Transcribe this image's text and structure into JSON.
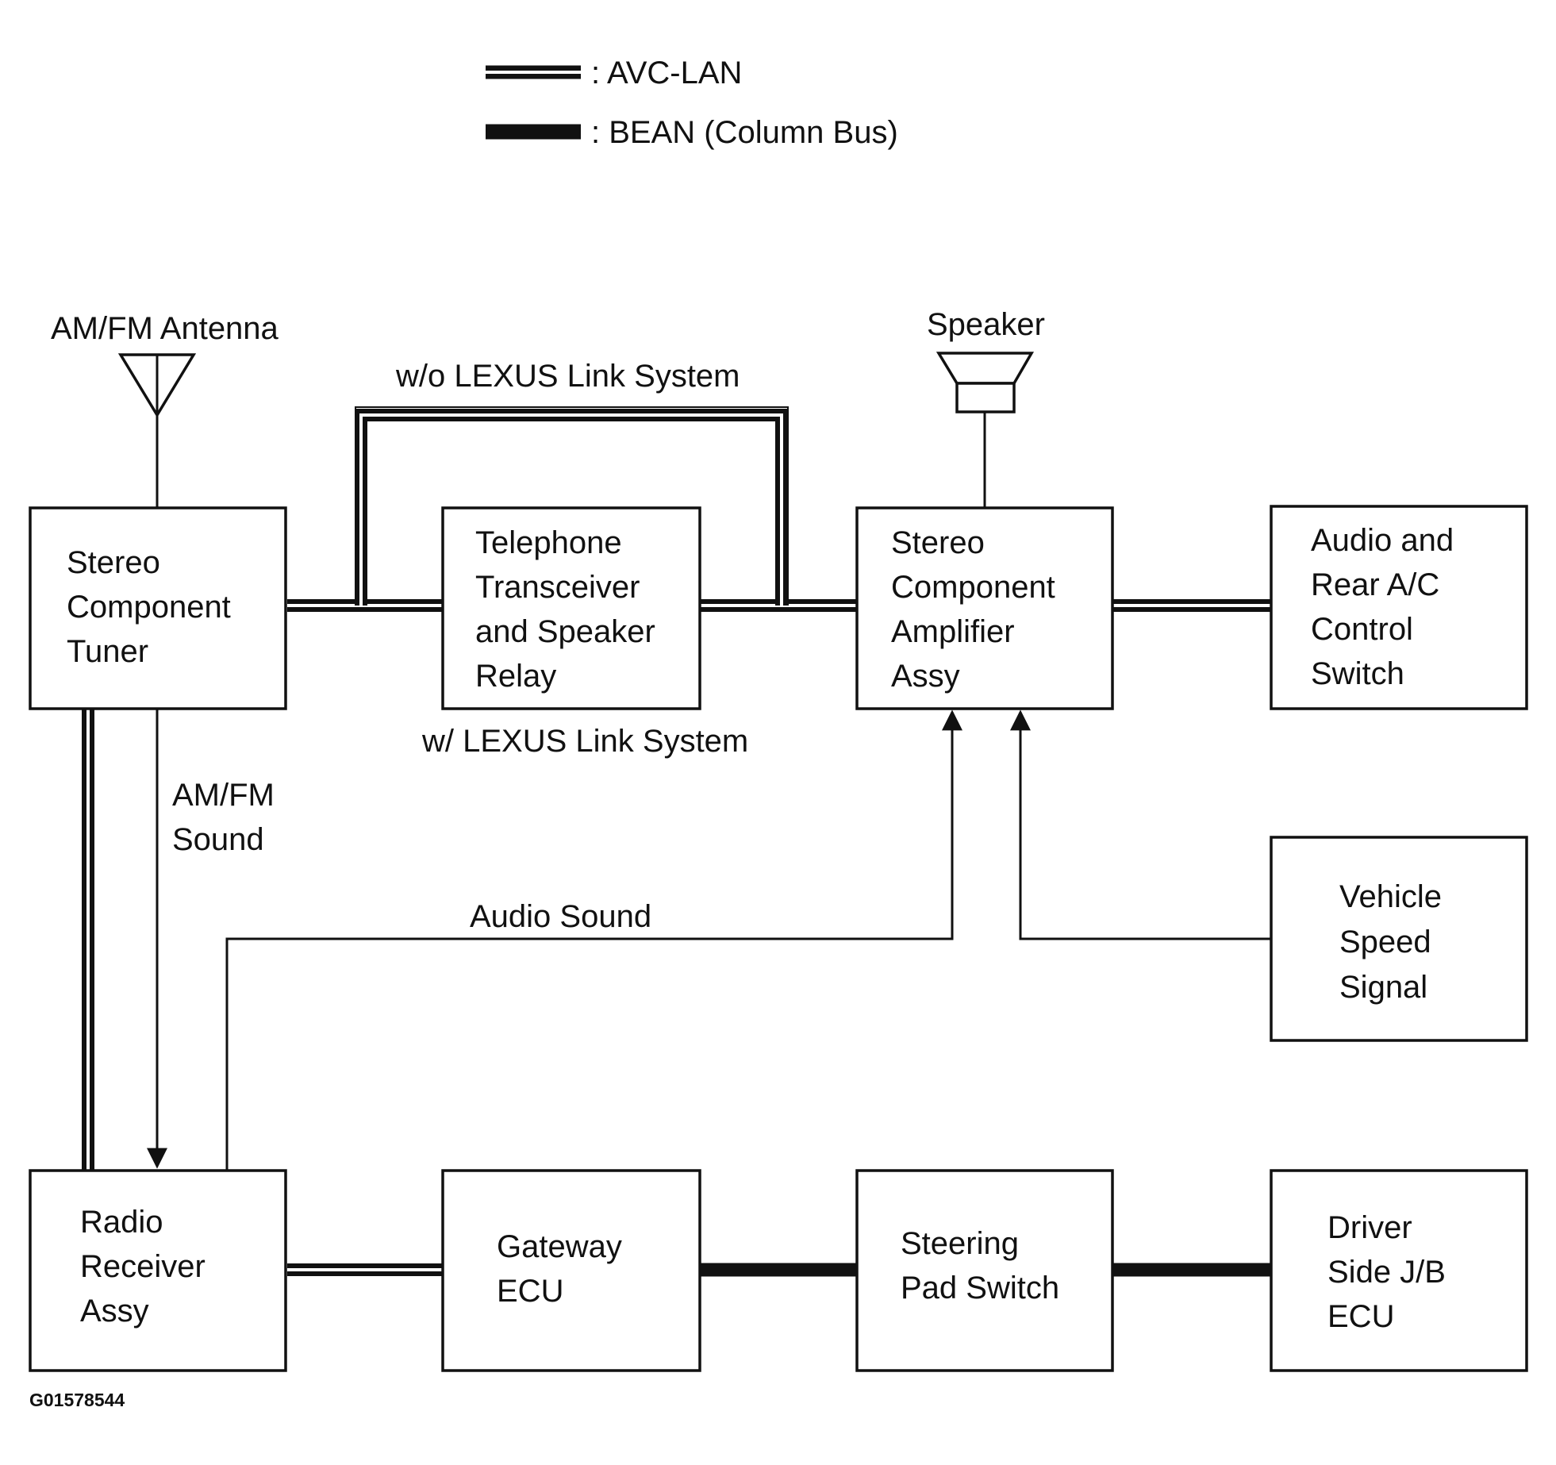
{
  "legend": {
    "avc_lan": ": AVC-LAN",
    "bean": ": BEAN (Column Bus)"
  },
  "components": {
    "tuner": [
      "Stereo",
      "Component",
      "Tuner"
    ],
    "telephone": [
      "Telephone",
      "Transceiver",
      "and Speaker",
      "Relay"
    ],
    "amplifier": [
      "Stereo",
      "Component",
      "Amplifier",
      "Assy"
    ],
    "audio_ac": [
      "Audio and",
      "Rear A/C",
      "Control",
      "Switch"
    ],
    "vehicle_speed": [
      "Vehicle",
      "Speed",
      "Signal"
    ],
    "radio_receiver": [
      "Radio",
      "Receiver",
      "Assy"
    ],
    "gateway": [
      "Gateway",
      "ECU"
    ],
    "steering": [
      "Steering",
      "Pad Switch"
    ],
    "driver_jb": [
      "Driver",
      "Side J/B",
      "ECU"
    ]
  },
  "labels": {
    "antenna": "AM/FM Antenna",
    "speaker": "Speaker",
    "wo_lexus": "w/o LEXUS Link System",
    "w_lexus": "w/ LEXUS Link System",
    "amfm_sound": [
      "AM/FM",
      "Sound"
    ],
    "audio_sound": "Audio Sound"
  },
  "figure_code": "G01578544"
}
